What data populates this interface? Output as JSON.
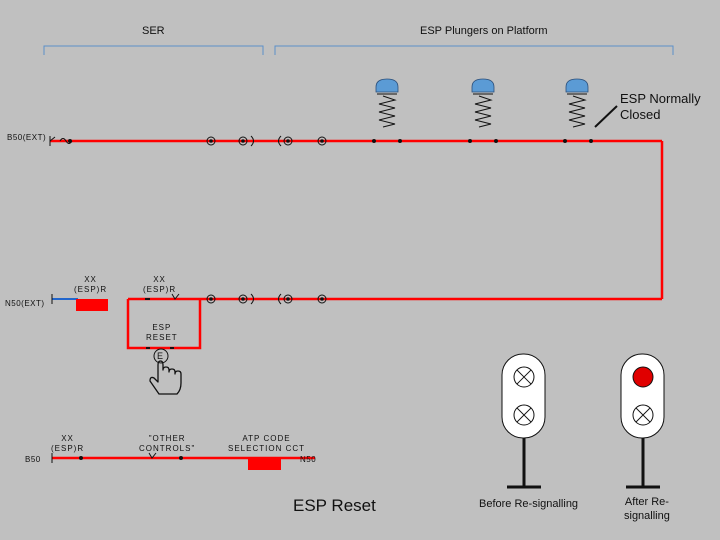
{
  "headers": {
    "ser": "SER",
    "esp_plungers": "ESP Plungers on Platform"
  },
  "note": {
    "line1": "ESP Normally",
    "line2": "Closed"
  },
  "circuits": {
    "b50_ext": "B50(EXT)",
    "n50_ext": "N50(EXT)",
    "b50": "B50",
    "n50": "N50"
  },
  "relays": {
    "xx_left_1": "XX",
    "xx_left_2": "(ESP)R",
    "xx_right_1": "XX",
    "xx_right_2": "(ESP)R",
    "esp_reset_1": "ESP",
    "esp_reset_2": "RESET",
    "plunger_letter": "E",
    "xx_bottom_1": "XX",
    "xx_bottom_2": "(ESP)R",
    "other_controls_1": "\"OTHER",
    "other_controls_2": "CONTROLS\"",
    "atp_1": "ATP CODE",
    "atp_2": "SELECTION CCT"
  },
  "titles": {
    "esp_reset": "ESP Reset",
    "before": "Before Re-signalling",
    "after_1": "After Re-",
    "after_2": "signalling"
  },
  "colors": {
    "wire": "#ff0000",
    "relay_block": "#ff0000",
    "bracket": "#5b8fc9",
    "plunger": "#5b9bd5",
    "blue_wire": "#2266cc",
    "signal_on": "#e00000"
  }
}
